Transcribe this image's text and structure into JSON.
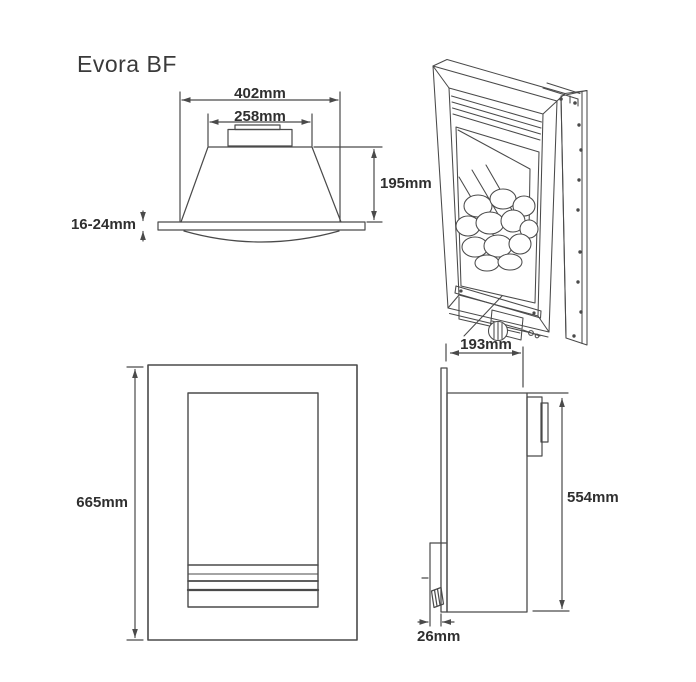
{
  "product": {
    "name": "Evora BF"
  },
  "views": {
    "top": {
      "overall_width": "402mm",
      "flue_box_width": "258mm",
      "canopy_height": "195mm",
      "wall_plate_thickness": "16-24mm"
    },
    "front": {
      "overall_height": "665mm"
    },
    "side": {
      "engine_depth": "193mm",
      "engine_height": "554mm",
      "fascia_projection": "26mm"
    }
  },
  "colors": {
    "line": "#4a4a4a",
    "text": "#2f2f2f",
    "background": "#ffffff"
  }
}
